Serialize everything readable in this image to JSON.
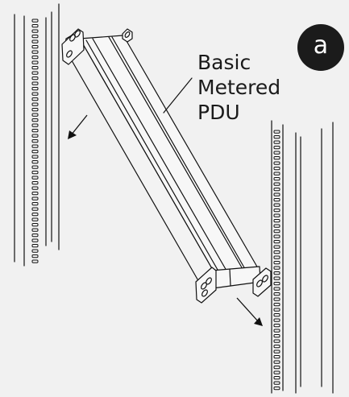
{
  "figure": {
    "badge": "a",
    "pdu_label": [
      "Basic",
      "Metered",
      "PDU"
    ]
  },
  "colors": {
    "background": "#f1f1f1",
    "ink": "#111111",
    "badge_fill": "#1b1b1b",
    "badge_text": "#ffffff"
  }
}
